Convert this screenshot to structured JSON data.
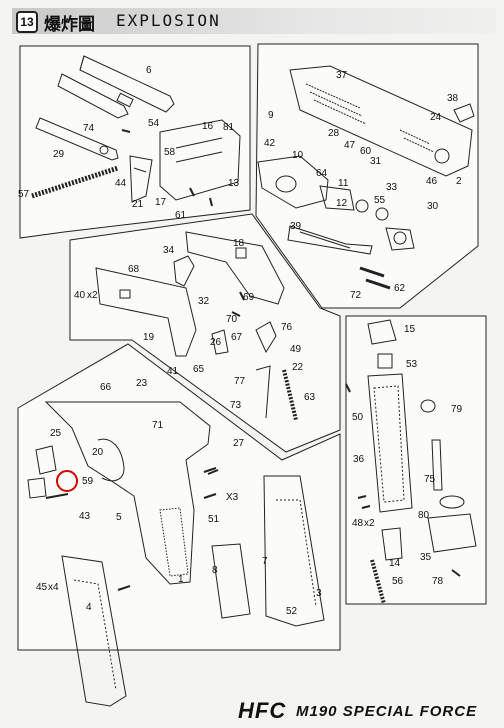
{
  "header": {
    "section_number": "13",
    "title_zh": "爆炸圖",
    "title_en": "EXPLOSION"
  },
  "footer": {
    "brand": "HFC",
    "model": "M190 SPECIAL FORCE"
  },
  "part_labels": {
    "p1": "1",
    "p2": "2",
    "p3": "3",
    "p4": "4",
    "p5": "5",
    "p6": "6",
    "p7": "7",
    "p8": "8",
    "p9": "9",
    "p10": "10",
    "p11": "11",
    "p12": "12",
    "p13": "13",
    "p14": "14",
    "p15": "15",
    "p16": "16",
    "p17": "17",
    "p18": "18",
    "p19": "19",
    "p20": "20",
    "p21": "21",
    "p22": "22",
    "p23": "23",
    "p24": "24",
    "p25": "25",
    "p26": "26",
    "p27": "27",
    "p28": "28",
    "p29": "29",
    "p30": "30",
    "p31": "31",
    "p32": "32",
    "p33": "33",
    "p34": "34",
    "p35": "35",
    "p36": "36",
    "p37": "37",
    "p38": "38",
    "p39": "39",
    "p40": "40",
    "p40_qty": "x2",
    "p41": "41",
    "p42": "42",
    "p43": "43",
    "p44": "44",
    "p45": "45",
    "p45_qty": "x4",
    "p46": "46",
    "p47": "47",
    "p48": "48",
    "p48_qty": "x2",
    "p49": "49",
    "p50": "50",
    "p51": "51",
    "p51_qty": "X3",
    "p52": "52",
    "p53": "53",
    "p54": "54",
    "p55": "55",
    "p56": "56",
    "p57": "57",
    "p58": "58",
    "p59": "59",
    "p60": "60",
    "p61": "61",
    "p62": "62",
    "p63": "63",
    "p64": "64",
    "p65": "65",
    "p66": "66",
    "p67": "67",
    "p68": "68",
    "p69": "69",
    "p70": "70",
    "p71": "71",
    "p72": "72",
    "p73": "73",
    "p74": "74",
    "p75": "75",
    "p76": "76",
    "p77": "77",
    "p78": "78",
    "p79": "79",
    "p80": "80",
    "p81": "81"
  },
  "colors": {
    "line": "#222222",
    "highlight": "#d40000",
    "panel_bg": "#fbfbfa"
  }
}
